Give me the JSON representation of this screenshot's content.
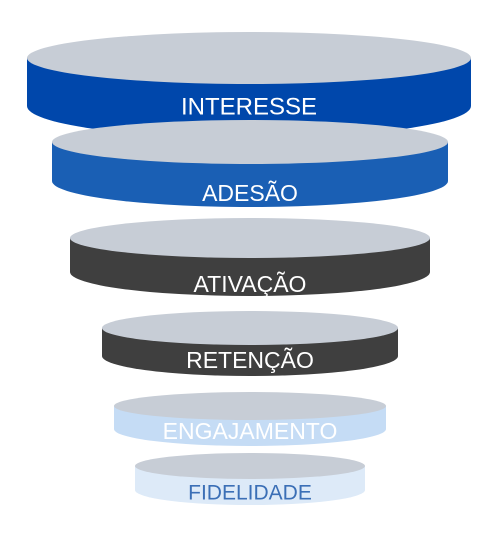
{
  "funnel": {
    "layers": [
      {
        "label": "INTERESSE",
        "band_color": "#0047AB",
        "top_color": "#C7CDD6",
        "text_color": "#FFFFFF"
      },
      {
        "label": "ADESÃO",
        "band_color": "#1A5FB4",
        "top_color": "#C7CDD6",
        "text_color": "#FFFFFF"
      },
      {
        "label": "ATIVAÇÃO",
        "band_color": "#3F3F3F",
        "top_color": "#C7CDD6",
        "text_color": "#FFFFFF"
      },
      {
        "label": "RETENÇÃO",
        "band_color": "#3F3F3F",
        "top_color": "#C7CDD6",
        "text_color": "#FFFFFF"
      },
      {
        "label": "ENGAJAMENTO",
        "band_color": "#C5DCF5",
        "top_color": "#C7CDD6",
        "text_color": "#FFFFFF"
      },
      {
        "label": "FIDELIDADE",
        "band_color": "#DDEAF8",
        "top_color": "#C7CDD6",
        "text_color": "#3B6FB6"
      }
    ]
  }
}
